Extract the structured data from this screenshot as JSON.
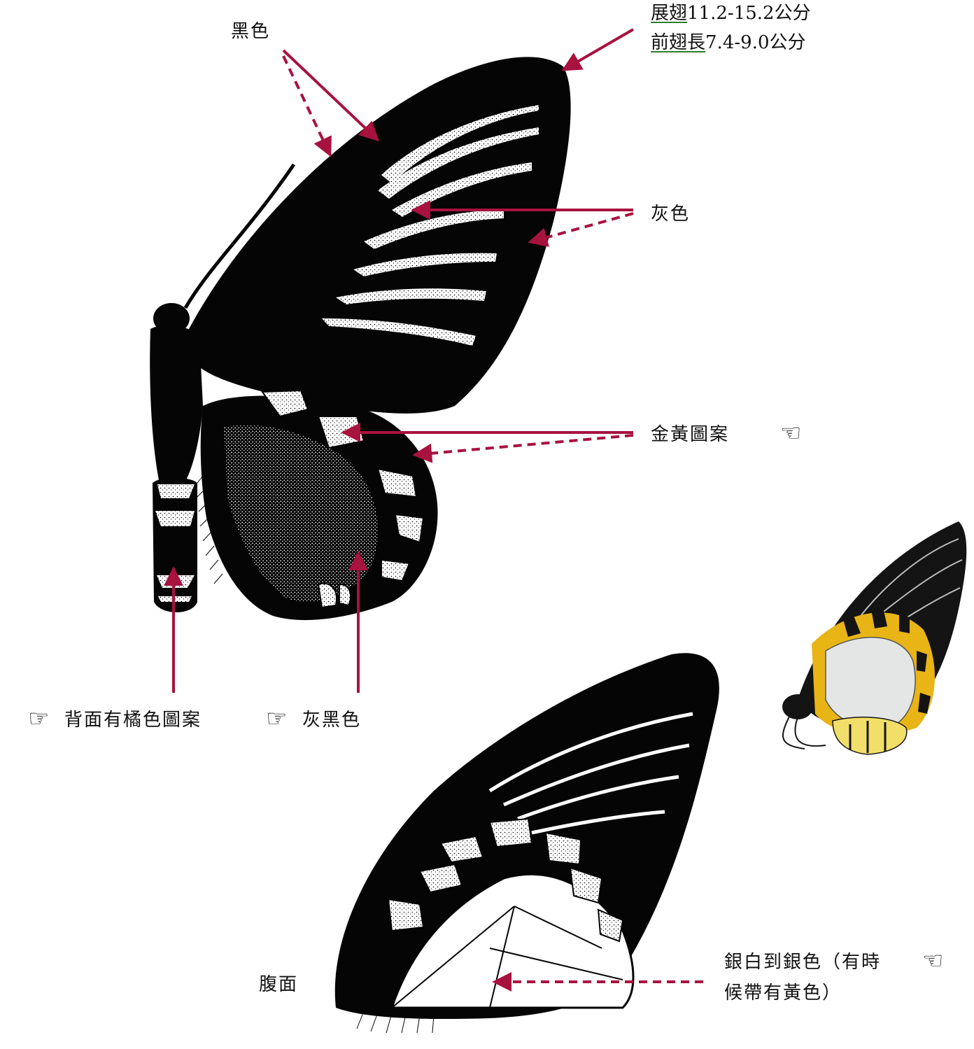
{
  "labels": {
    "black": "黑色",
    "wingspan_term": "展翅",
    "wingspan_value": "11.2-15.2公分",
    "forewing_term": "前翅長",
    "forewing_value": "7.4-9.0公分",
    "gray": "灰色",
    "golden": "金黃圖案",
    "dorsal_orange": "背面有橘色圖案",
    "gray_black": "灰黑色",
    "ventral": "腹面",
    "silver_line1": "銀白到銀色（有時",
    "silver_line2": "候帶有黃色）"
  },
  "icons": {
    "hand_left": "☜",
    "hand_right": "☞"
  },
  "colors": {
    "arrow": "#a8123f",
    "wing_black": "#050505",
    "gold": "#e8b416",
    "silver": "#e4e6e6",
    "annotation_underline": "#2e7d32"
  }
}
